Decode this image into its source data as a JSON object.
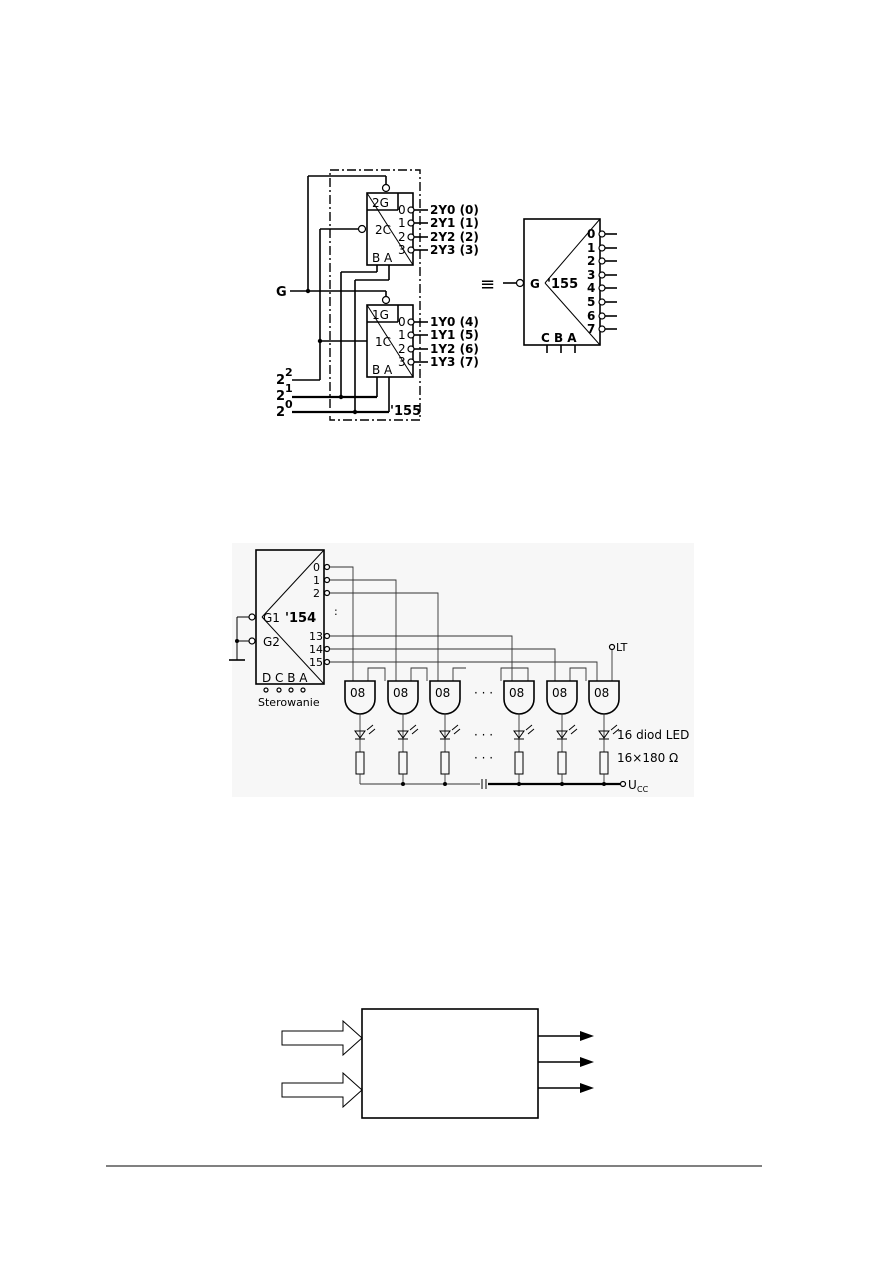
{
  "fig1": {
    "left_inputs": {
      "g": "G",
      "s2": "2",
      "s2exp": "2",
      "s1": "2",
      "s1exp": "1",
      "s0": "2",
      "s0exp": "0"
    },
    "upper": {
      "gate": "2G",
      "ctrl": "2C",
      "sel": "B A",
      "pins": [
        "0",
        "1",
        "2",
        "3"
      ],
      "outs": [
        "2Y0 (0)",
        "2Y1 (1)",
        "2Y2 (2)",
        "2Y3 (3)"
      ]
    },
    "lower": {
      "gate": "1G",
      "ctrl": "1C",
      "sel": "B A",
      "pins": [
        "0",
        "1",
        "2",
        "3"
      ],
      "outs": [
        "1Y0 (4)",
        "1Y1 (5)",
        "1Y2 (6)",
        "1Y3 (7)"
      ]
    },
    "chip": "'155",
    "equiv": "≡",
    "equiv_block": {
      "gate": "G",
      "chip": "'155",
      "pins": [
        "0",
        "1",
        "2",
        "3",
        "4",
        "5",
        "6",
        "7"
      ],
      "sel": "C B A"
    }
  },
  "fig2": {
    "decoder": {
      "chip": "'154",
      "g1": "G1",
      "g2": "G2",
      "sel": "D C B A",
      "pins": [
        "0",
        "1",
        "2",
        ":",
        "13",
        "14",
        "15"
      ]
    },
    "control_label": "Sterowanie",
    "gate_label": "08",
    "ellipsis": "· · ·",
    "lt": "LT",
    "led_note": "16 diod LED",
    "res_note": "16×180 Ω",
    "vcc": "U",
    "vcc_sub": "CC"
  }
}
